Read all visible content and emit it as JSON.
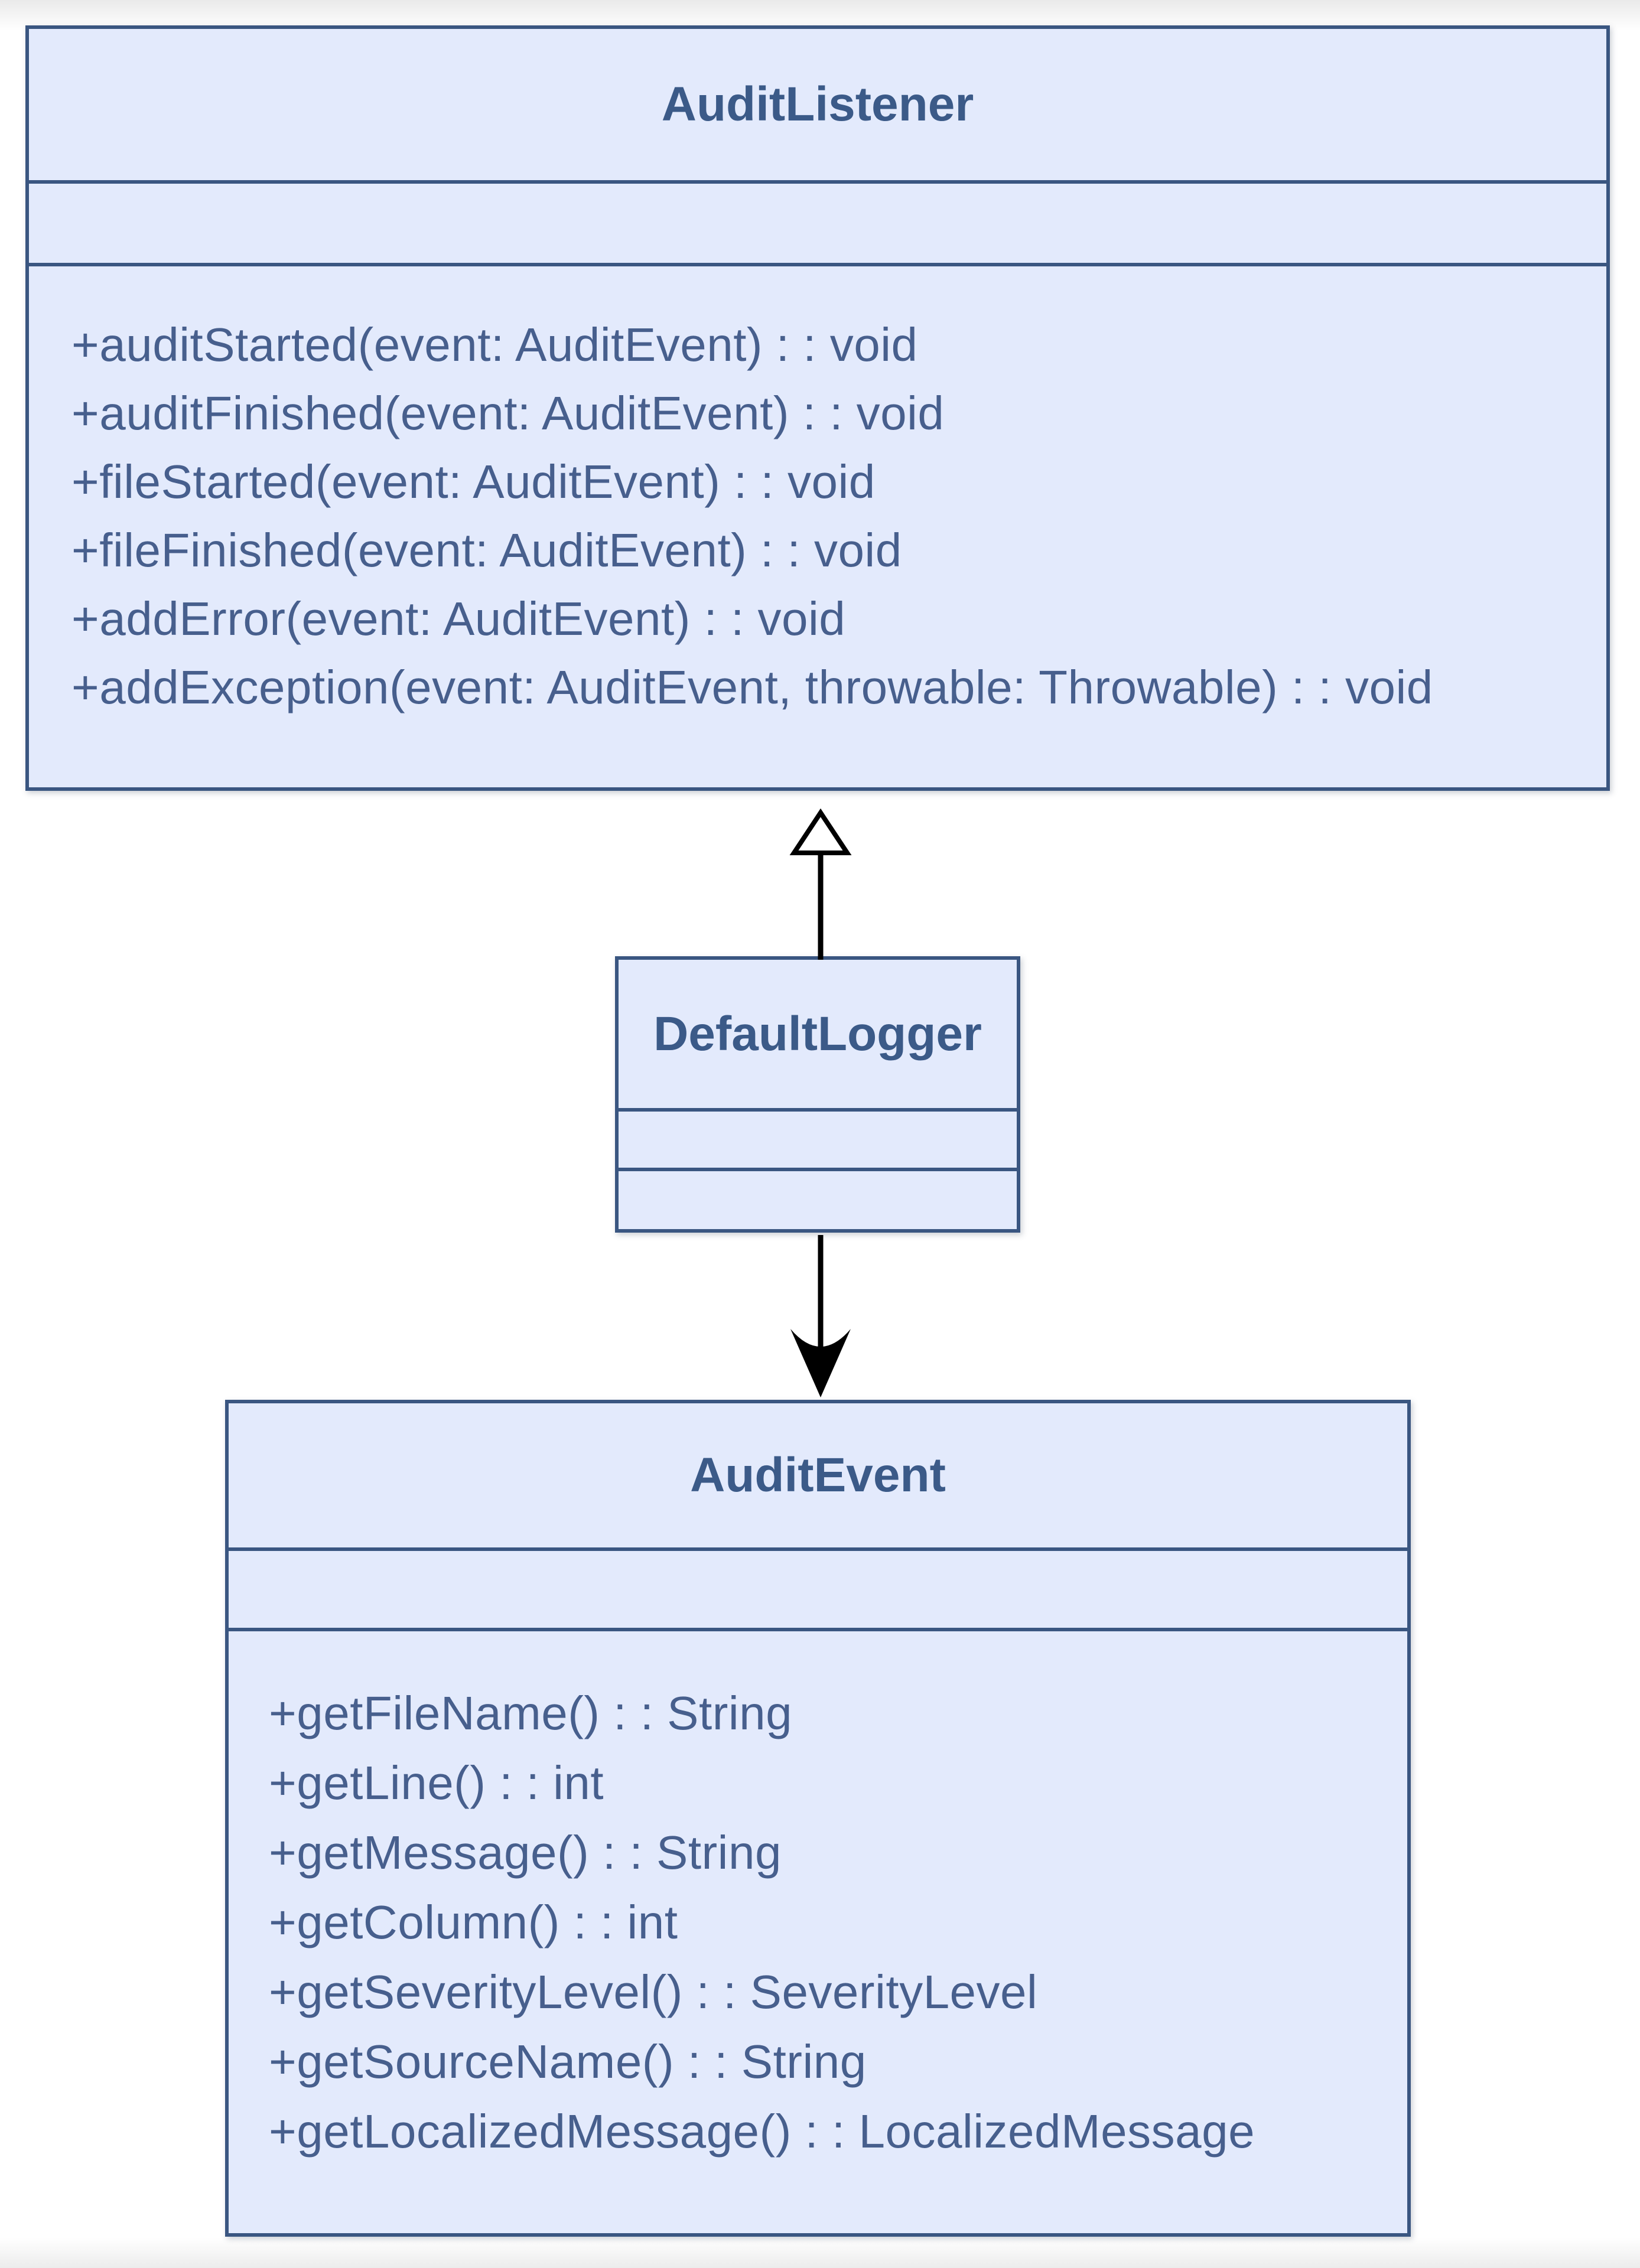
{
  "colors": {
    "background": "#ffffff",
    "box_fill": "#e3eafc",
    "box_border": "#3a5681",
    "title_text": "#3b5a88",
    "method_text": "#475f8d",
    "arrow": "#000000"
  },
  "diagram": {
    "classes": [
      {
        "name": "AuditListener",
        "attributes": [],
        "methods": [
          "+auditStarted(event: AuditEvent) : : void",
          "+auditFinished(event: AuditEvent) : : void",
          "+fileStarted(event: AuditEvent) : : void",
          "+fileFinished(event: AuditEvent) : : void",
          "+addError(event: AuditEvent) : : void",
          "+addException(event: AuditEvent, throwable: Throwable) : : void"
        ]
      },
      {
        "name": "DefaultLogger",
        "attributes": [],
        "methods": []
      },
      {
        "name": "AuditEvent",
        "attributes": [],
        "methods": [
          "+getFileName() : : String",
          "+getLine() : : int",
          "+getMessage() : : String",
          "+getColumn() : : int",
          "+getSeverityLevel() : : SeverityLevel",
          "+getSourceName() : : String",
          "+getLocalizedMessage() : : LocalizedMessage"
        ]
      }
    ],
    "relationships": [
      {
        "type": "generalization",
        "from": "DefaultLogger",
        "to": "AuditListener"
      },
      {
        "type": "directed-association",
        "from": "DefaultLogger",
        "to": "AuditEvent"
      }
    ]
  }
}
